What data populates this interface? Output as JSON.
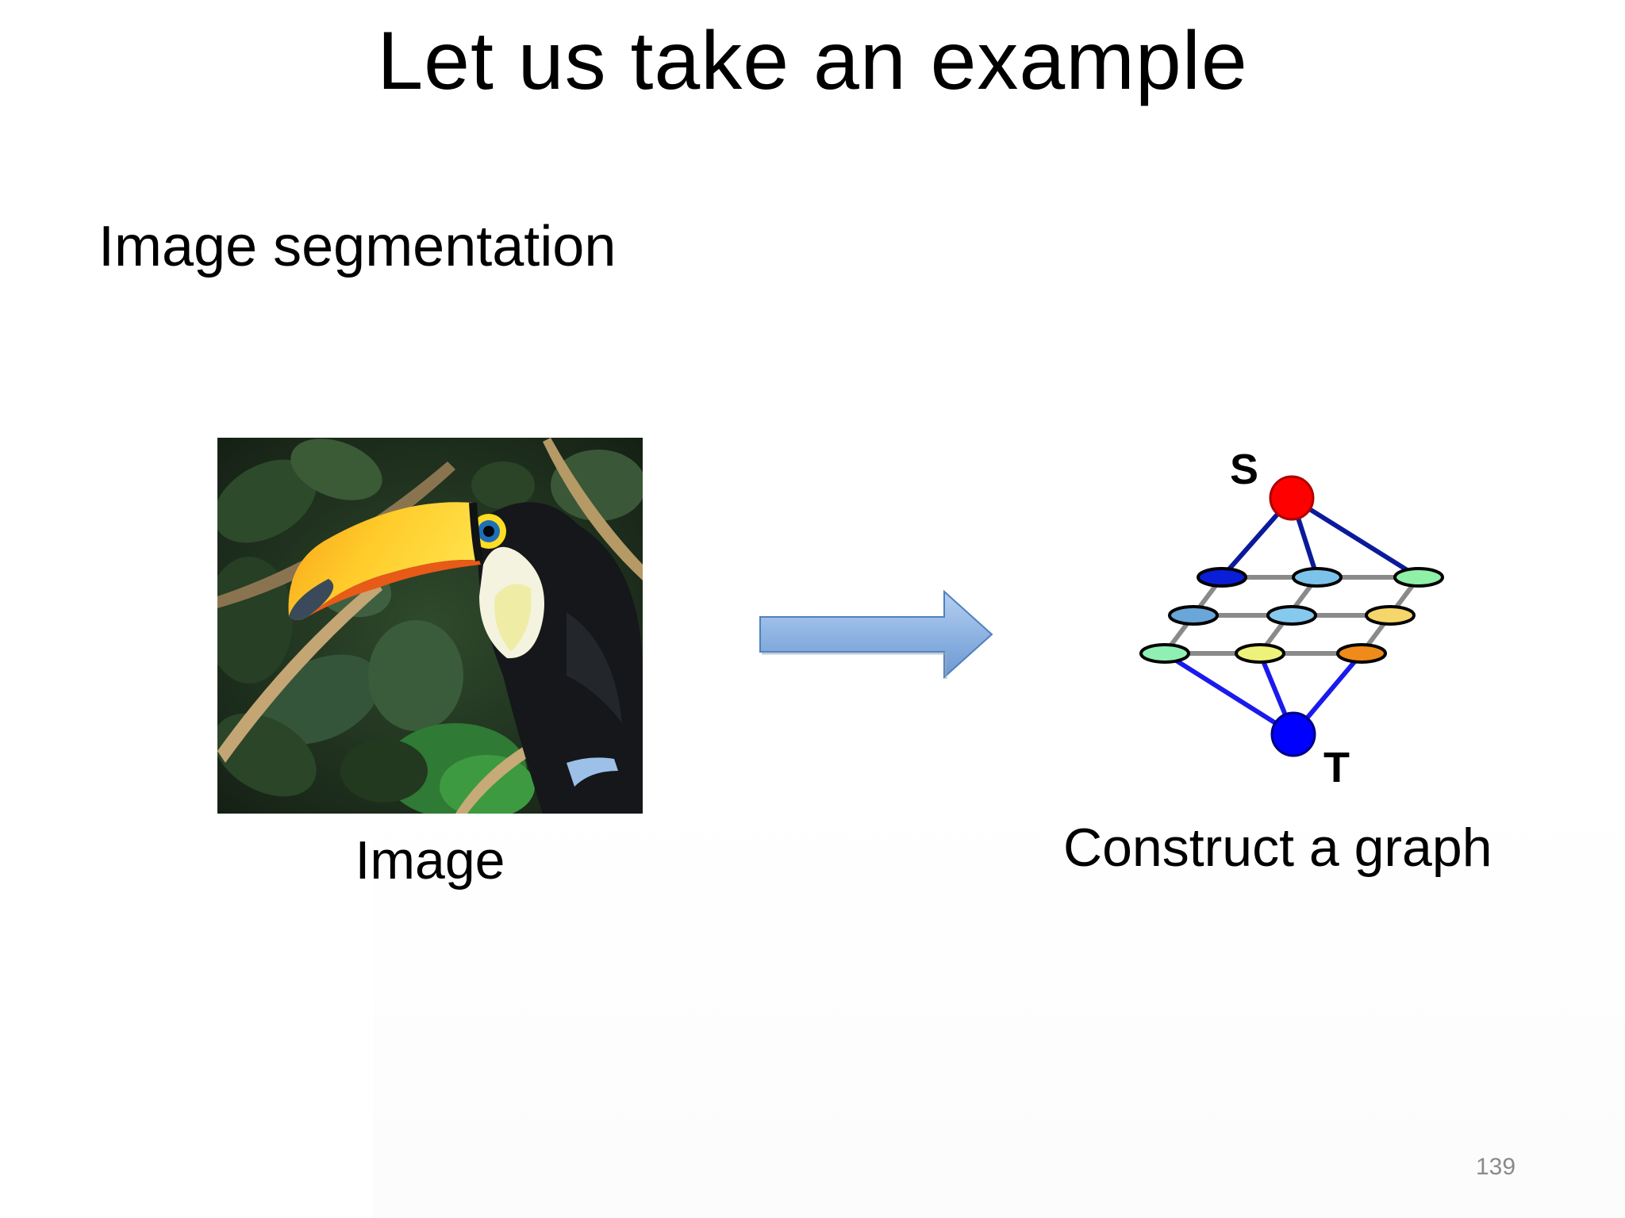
{
  "slide": {
    "title": "Let us take an example",
    "subtitle": "Image segmentation",
    "page_number": "139"
  },
  "left_panel": {
    "caption": "Image",
    "image_subject": "toucan-photo"
  },
  "right_panel": {
    "caption": "Construct a graph",
    "source_label": "S",
    "sink_label": "T"
  },
  "colors": {
    "source_node": "#ff0000",
    "sink_node": "#0000ff",
    "terminal_edge": "#0000cc",
    "grid_edge": "#888888",
    "arrow_fill": "#8fb4e3",
    "arrow_stroke": "#4f81bd"
  },
  "graph_nodes": {
    "row1": [
      "#0a1ed8",
      "#7cc3ec",
      "#8ff0a8"
    ],
    "row2": [
      "#6aa6d8",
      "#86c9ee",
      "#f5d66a"
    ],
    "row3": [
      "#90f0b4",
      "#eef27a",
      "#f08a1a"
    ]
  }
}
